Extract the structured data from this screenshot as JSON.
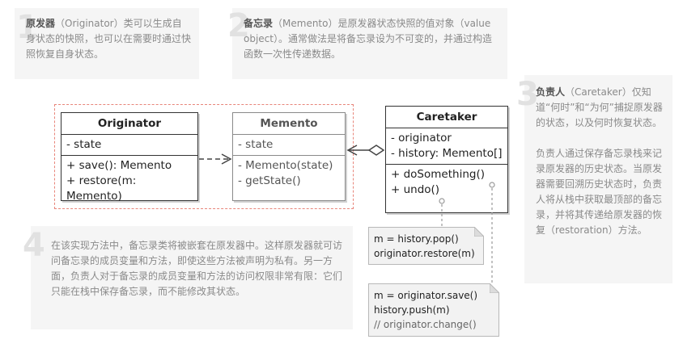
{
  "notes": [
    {
      "num": "1",
      "bold": "原发器",
      "rest": "（Originator）类可以生成自身状态的快照，也可以在需要时通过快照恢复自身状态。"
    },
    {
      "num": "2",
      "bold": "备忘录",
      "rest": "（Memento）是原发器状态快照的值对象（value object）。通常做法是将备忘录设为不可变的，并通过构造函数一次性传递数据。"
    },
    {
      "num": "3",
      "bold": "负责人",
      "rest": "（Caretaker）仅知道“何时”和“为何”捕捉原发器的状态，以及何时恢复状态。",
      "para2": "负责人通过保存备忘录栈来记录原发器的历史状态。当原发器需要回溯历史状态时，负责人将从栈中获取最顶部的备忘录，并将其传递给原发器的恢复（restoration）方法。"
    },
    {
      "num": "4",
      "text": "在该实现方法中，备忘录类将被嵌套在原发器中。这样原发器就可访问备忘录的成员变量和方法，即使这些方法被声明为私有。另一方面，负责人对于备忘录的成员变量和方法的访问权限非常有限：它们只能在栈中保存备忘录，而不能修改其状态。"
    }
  ],
  "originator": {
    "name": "Originator",
    "fields": [
      "- state"
    ],
    "methods": [
      "+ save(): Memento",
      "+ restore(m: Memento)"
    ]
  },
  "memento": {
    "name": "Memento",
    "fields": [
      "- state"
    ],
    "methods": [
      "- Memento(state)",
      "- getState()"
    ]
  },
  "caretaker": {
    "name": "Caretaker",
    "fields": [
      "- originator",
      "- history: Memento[]"
    ],
    "methods": [
      "+ doSomething()",
      "+ undo()"
    ]
  },
  "code_notes": [
    {
      "lines": [
        "m = history.pop()",
        "originator.restore(m)"
      ]
    },
    {
      "lines": [
        "m = originator.save()",
        "history.push(m)"
      ],
      "comment": "// originator.change()"
    }
  ],
  "colors": {
    "dashed_border": "#e8857a",
    "note_bg": "#f5f5f5",
    "note_text": "#8a8a8a"
  }
}
